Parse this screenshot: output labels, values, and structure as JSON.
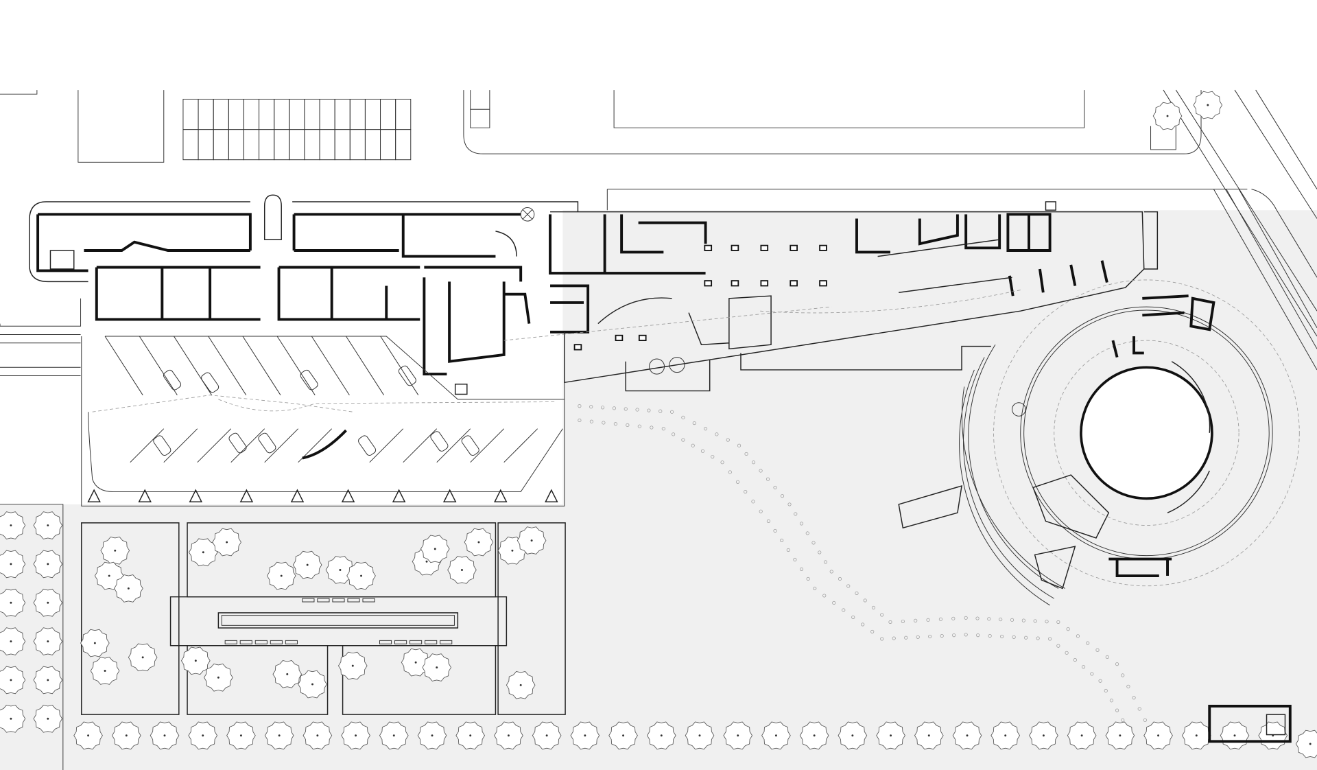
{
  "drawing": {
    "type": "site-floor-plan",
    "colors": {
      "background": "#ffffff",
      "ground": "#f0f0f0",
      "line": "#222222",
      "wall": "#111111",
      "dashed": "#999999"
    },
    "parking_top": {
      "rows": 2,
      "columns": 15
    },
    "tree_row_count": 32,
    "bollard_triangle_count": 10
  }
}
